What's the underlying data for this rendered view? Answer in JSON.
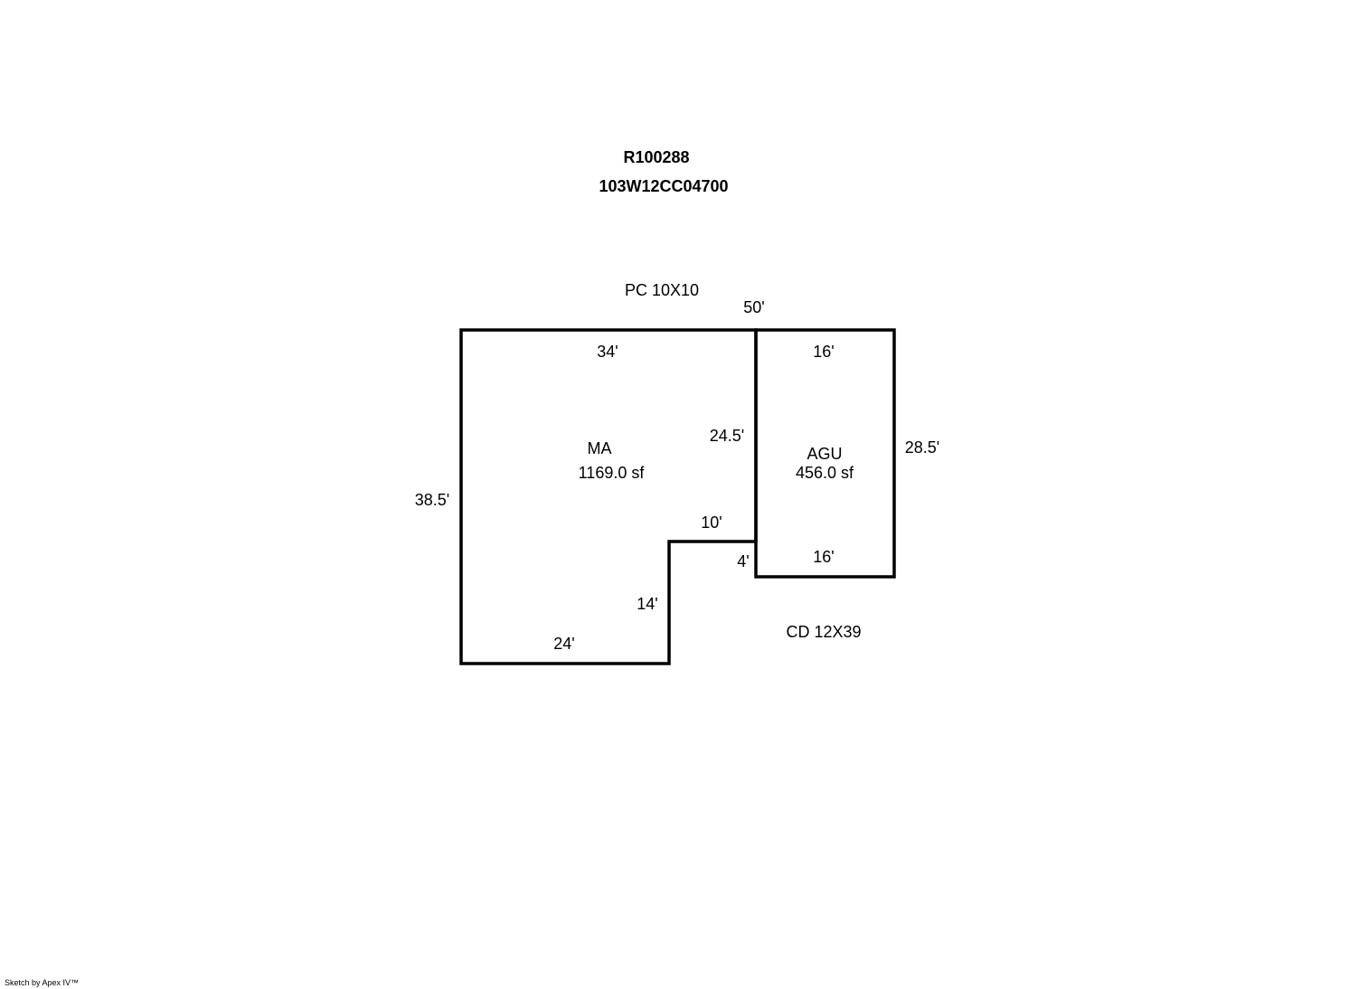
{
  "header": {
    "record_id": "R100288",
    "map_tax_lot": "103W12CC04700"
  },
  "areas": [
    {
      "code": "MA",
      "area": "1169.0 sf"
    },
    {
      "code": "AGU",
      "area": "456.0 sf"
    }
  ],
  "annotations": {
    "porch": "PC 10X10",
    "deck": "CD 12X39"
  },
  "dimensions": {
    "top_overall": "50'",
    "ma_top": "34'",
    "ma_left": "38.5'",
    "ma_inner_right": "24.5'",
    "ma_notch_top": "10'",
    "ma_notch_right": "4'",
    "ma_lower_right": "14'",
    "ma_bottom": "24'",
    "agu_top": "16'",
    "agu_right": "28.5'",
    "agu_bottom": "16'"
  },
  "footer": {
    "credit": "Sketch by Apex IV™"
  }
}
